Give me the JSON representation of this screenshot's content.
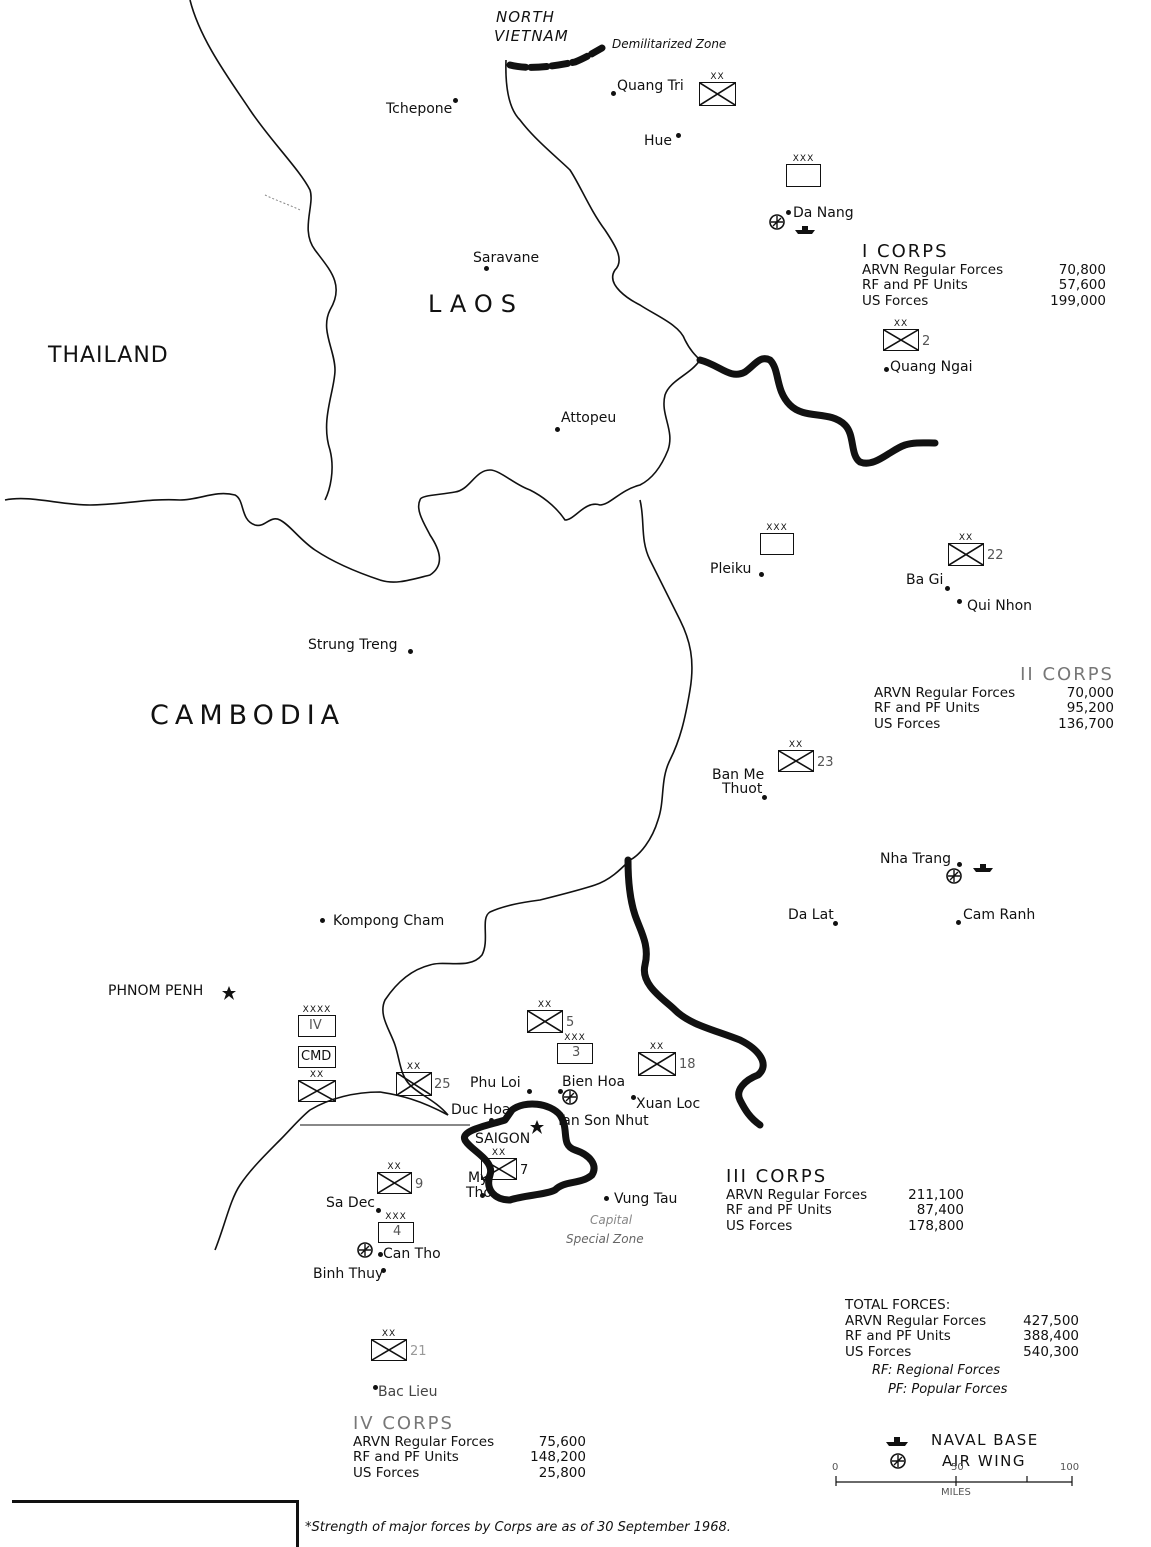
{
  "countries": {
    "north_vietnam_1": "NORTH",
    "north_vietnam_2": "VIETNAM",
    "laos": "LAOS",
    "thailand": "THAILAND",
    "cambodia": "CAMBODIA"
  },
  "places": {
    "dmz": "Demilitarized Zone",
    "quang_tri": "Quang Tri",
    "hue": "Hue",
    "tchepone": "Tchepone",
    "da_nang": "Da Nang",
    "saravane": "Saravane",
    "quang_ngai": "Quang Ngai",
    "attopeu": "Attopeu",
    "pleiku": "Pleiku",
    "ba_gi": "Ba Gi",
    "qui_nhon": "Qui Nhon",
    "strung_treng": "Strung Treng",
    "ban_me_thuot_1": "Ban Me",
    "ban_me_thuot_2": "Thuot",
    "nha_trang": "Nha Trang",
    "da_lat": "Da Lat",
    "cam_ranh": "Cam Ranh",
    "kompong_cham": "Kompong Cham",
    "phnom_penh": "PHNOM PENH",
    "phu_loi": "Phu Loi",
    "bien_hoa": "Bien Hoa",
    "xuan_loc": "Xuan Loc",
    "duc_hoa": "Duc Hoa",
    "tan_son_nhut": "Tan Son Nhut",
    "saigon": "SAIGON",
    "my_tho_1": "My",
    "my_tho_2": "Tho",
    "vung_tau": "Vung Tau",
    "sa_dec": "Sa Dec",
    "can_tho": "Can Tho",
    "binh_thuy": "Binh Thuy",
    "bac_lieu": "Bac Lieu",
    "capital_zone_1": "Capital",
    "capital_zone_2": "Special Zone"
  },
  "units": {
    "div2": "2",
    "div22": "22",
    "div23": "23",
    "div25": "25",
    "div5": "5",
    "div18": "18",
    "div7": "7",
    "div9": "9",
    "div21": "21",
    "corps3": "3",
    "corps4": "4",
    "hq_iv": "IV",
    "cmd": "CMD",
    "ech_div": "XX",
    "ech_corps": "XXX",
    "ech_army": "XXXX"
  },
  "corps": {
    "i": {
      "title": "I CORPS",
      "rows": [
        [
          "ARVN Regular Forces",
          "70,800"
        ],
        [
          "RF and PF Units",
          "57,600"
        ],
        [
          "US Forces",
          "199,000"
        ]
      ]
    },
    "ii": {
      "title": "II CORPS",
      "rows": [
        [
          "ARVN Regular Forces",
          "70,000"
        ],
        [
          "RF and PF Units",
          "95,200"
        ],
        [
          "US Forces",
          "136,700"
        ]
      ]
    },
    "iii": {
      "title": "III CORPS",
      "rows": [
        [
          "ARVN Regular Forces",
          "211,100"
        ],
        [
          "RF and PF Units",
          "87,400"
        ],
        [
          "US Forces",
          "178,800"
        ]
      ]
    },
    "iv": {
      "title": "IV CORPS",
      "rows": [
        [
          "ARVN Regular Forces",
          "75,600"
        ],
        [
          "RF and PF Units",
          "148,200"
        ],
        [
          "US Forces",
          "25,800"
        ]
      ]
    },
    "total": {
      "title": "TOTAL FORCES:",
      "rows": [
        [
          "ARVN Regular Forces",
          "427,500"
        ],
        [
          "RF and PF Units",
          "388,400"
        ],
        [
          "US Forces",
          "540,300"
        ]
      ]
    }
  },
  "abbrev": {
    "rf": "RF: Regional Forces",
    "pf": "PF: Popular Forces"
  },
  "legend": {
    "naval": "NAVAL BASE",
    "air": "AIR WING",
    "naval_icon": "ship-icon",
    "air_icon": "air-wing-icon"
  },
  "scale": {
    "t0": "0",
    "t50": "50",
    "t100": "100",
    "unit": "MILES"
  },
  "footnote": "*Strength of major forces by Corps are as of 30 September 1968."
}
